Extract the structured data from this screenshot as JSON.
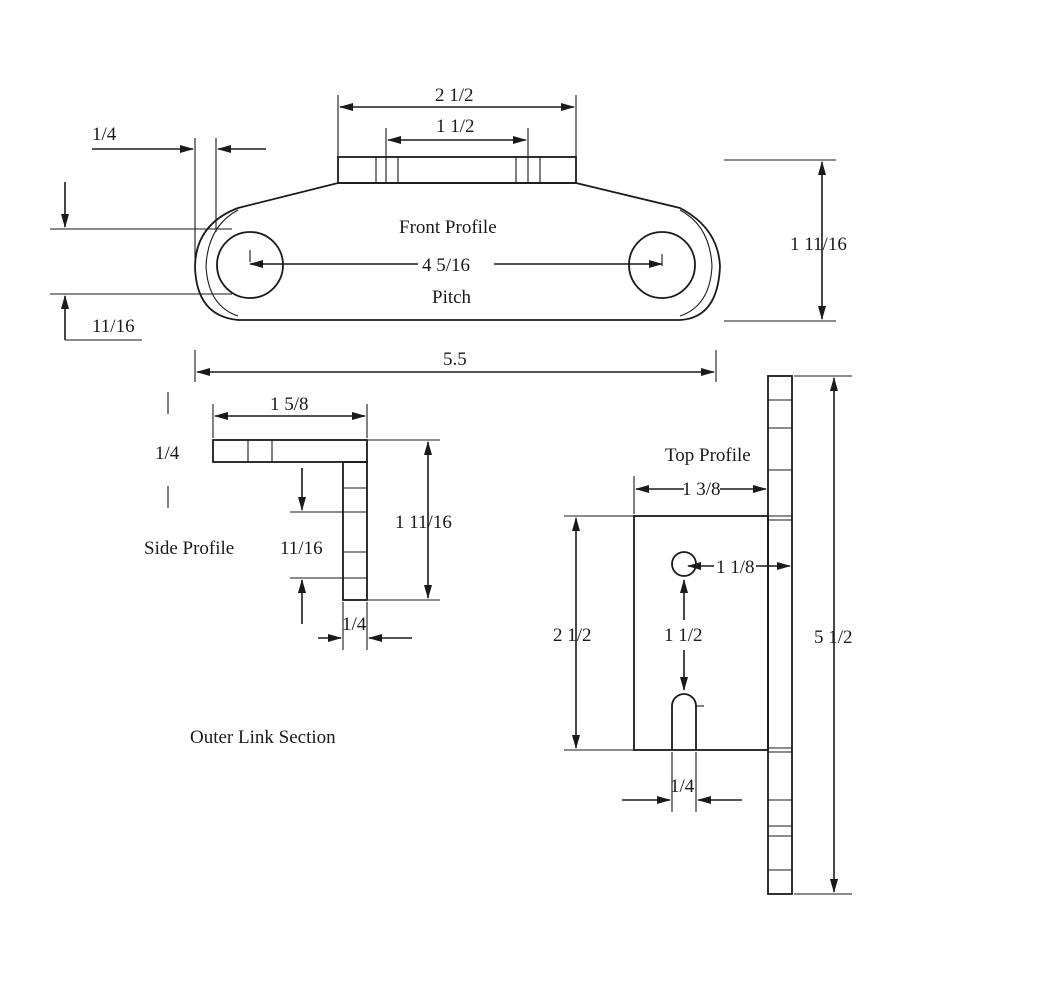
{
  "labels": {
    "front_profile": "Front Profile",
    "pitch": "Pitch",
    "side_profile": "Side Profile",
    "top_profile": "Top Profile",
    "outer_link_section": "Outer Link Section"
  },
  "front_dims": {
    "overall_top": "2 1/2",
    "inner_top": "1 1/2",
    "offset": "1/4",
    "height": "1 11/16",
    "pitch": "4 5/16",
    "pin_dia": "11/16",
    "length": "5.5"
  },
  "side_dims": {
    "width": "1 5/8",
    "thickness": "1/4",
    "height": "1 11/16",
    "hole": "11/16",
    "plate": "1/4"
  },
  "top_dims": {
    "width": "1 3/8",
    "hole_offset": "1 1/8",
    "block_height": "2 1/2",
    "hole_spacing": "1 1/2",
    "length": "5 1/2",
    "hole_dia": "1/4"
  }
}
